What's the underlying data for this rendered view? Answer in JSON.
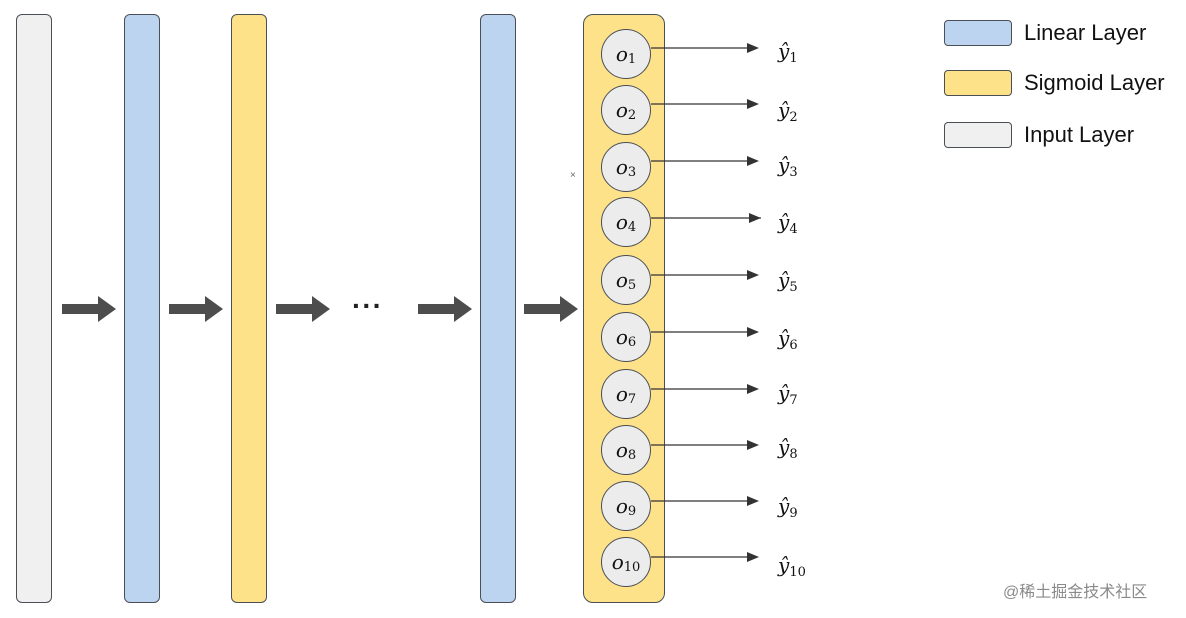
{
  "diagram": {
    "layers": [
      {
        "type": "input"
      },
      {
        "type": "linear"
      },
      {
        "type": "sigmoid"
      },
      {
        "type": "linear"
      },
      {
        "type": "sigmoid-output"
      }
    ],
    "ellipsis": "···",
    "outputs": [
      {
        "neuron": "o",
        "index": "1",
        "label": "ŷ",
        "label_index": "1"
      },
      {
        "neuron": "o",
        "index": "2",
        "label": "ŷ",
        "label_index": "2"
      },
      {
        "neuron": "o",
        "index": "3",
        "label": "ŷ",
        "label_index": "3"
      },
      {
        "neuron": "o",
        "index": "4",
        "label": "ŷ",
        "label_index": "4"
      },
      {
        "neuron": "o",
        "index": "5",
        "label": "ŷ",
        "label_index": "5"
      },
      {
        "neuron": "o",
        "index": "6",
        "label": "ŷ",
        "label_index": "6"
      },
      {
        "neuron": "o",
        "index": "7",
        "label": "ŷ",
        "label_index": "7"
      },
      {
        "neuron": "o",
        "index": "8",
        "label": "ŷ",
        "label_index": "8"
      },
      {
        "neuron": "o",
        "index": "9",
        "label": "ŷ",
        "label_index": "9"
      },
      {
        "neuron": "o",
        "index": "10",
        "label": "ŷ",
        "label_index": "10"
      }
    ]
  },
  "legend": [
    {
      "label": "Linear Layer",
      "color": "#bdd4f0"
    },
    {
      "label": "Sigmoid Layer",
      "color": "#fde28a"
    },
    {
      "label": "Input Layer",
      "color": "#f0f0f0"
    }
  ],
  "colors": {
    "input": "#f0f0f0",
    "linear": "#bdd4f0",
    "sigmoid": "#fde28a",
    "neuron": "#ececec",
    "arrow": "#4d4d4d"
  },
  "watermark": "@稀土掘金技术社区"
}
